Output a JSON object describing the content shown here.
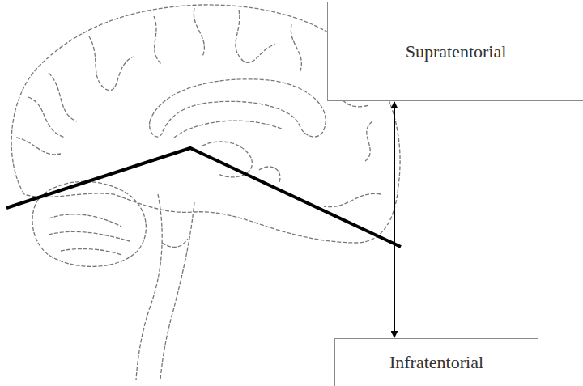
{
  "diagram": {
    "nodes": [
      {
        "text": [
          "Supratentorial"
        ]
      },
      {
        "text": [
          "Infratentorial"
        ]
      }
    ],
    "edges": [
      {
        "from": 0,
        "to": 1,
        "arrow": "both"
      }
    ]
  }
}
